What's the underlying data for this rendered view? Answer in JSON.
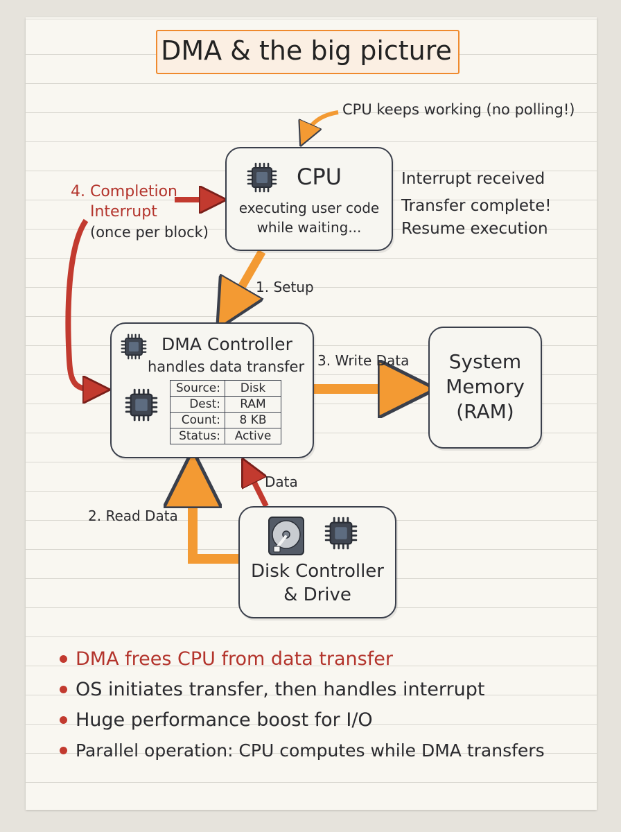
{
  "title": "DMA & the big picture",
  "cpu": {
    "title": "CPU",
    "subtitle_line1": "executing user code",
    "subtitle_line2": "while waiting...",
    "note_top": "CPU keeps working (no polling!)",
    "status_lines": [
      "Interrupt received",
      "Transfer complete!",
      "Resume execution"
    ]
  },
  "interrupt_label": {
    "line1": "4. Completion",
    "line2": "Interrupt",
    "line3": "(once per block)"
  },
  "dma": {
    "title": "DMA Controller",
    "subtitle": "handles data transfer",
    "registers": [
      {
        "key": "Source:",
        "value": "Disk"
      },
      {
        "key": "Dest:",
        "value": "RAM"
      },
      {
        "key": "Count:",
        "value": "8 KB"
      },
      {
        "key": "Status:",
        "value": "Active"
      }
    ]
  },
  "memory": {
    "line1": "System",
    "line2": "Memory",
    "line3": "(RAM)"
  },
  "disk": {
    "line1": "Disk Controller",
    "line2": "& Drive"
  },
  "arrows": {
    "setup": "1. Setup",
    "read": "2. Read Data",
    "write": "3. Write Data",
    "data": "Data"
  },
  "bullets": [
    "DMA frees CPU from data transfer",
    "OS initiates transfer, then handles interrupt",
    "Huge performance boost for I/O",
    "Parallel operation: CPU computes while DMA transfers"
  ],
  "colors": {
    "accent_orange": "#f39a33",
    "accent_red": "#c23a2f",
    "outline": "#3a3f4b",
    "paper": "#f9f7f1"
  }
}
